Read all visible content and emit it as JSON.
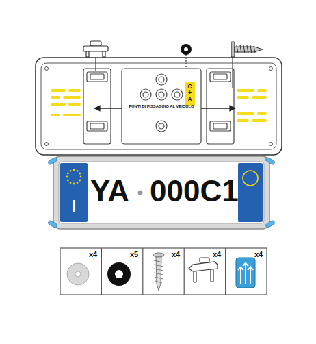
{
  "diagram": {
    "nodes": [
      {
        "text": [
          "PUNTI DI FISSAGGIO AL VEICOLO"
        ]
      },
      {
        "text": [
          "C+A"
        ],
        "in": 0
      },
      {
        "text": [
          "YA",
          "000C1"
        ]
      },
      {
        "text": [
          "I"
        ],
        "in": 2
      }
    ],
    "labels": [
      "x4",
      "x5",
      "x4",
      "x4",
      "x4"
    ]
  }
}
